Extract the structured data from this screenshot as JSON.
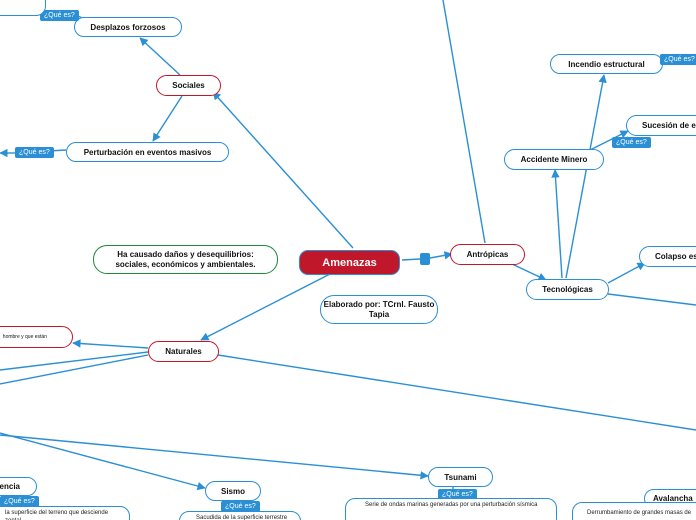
{
  "root": "Amenazas",
  "nodes": {
    "sociales": "Sociales",
    "desplazos": "Desplazos forzosos",
    "perturbacion": "Perturbación en eventos masivos",
    "antropicas": "Antrópicas",
    "tecnologicas": "Tecnológicas",
    "incendio": "Incendio estructural",
    "accidente": "Accidente Minero",
    "sucesion": "Sucesión de e",
    "colapso": "Colapso es",
    "naturales": "Naturales",
    "sismo": "Sismo",
    "tsunami": "Tsunami",
    "avalancha": "Avalancha",
    "subsidencia": "encia"
  },
  "info": {
    "danos": "Ha causado daños y desequilibrios: sociales, económicos y ambientales.",
    "elaborado": "Elaborado por: TCrnl. Fausto Tapia"
  },
  "tags": {
    "que_es": "¿Qué es?"
  },
  "descriptions": {
    "hombre": "hombre y que están",
    "subsidencia": "la superficie del terreno que desciende zontal",
    "sismo": "Sacudida de la superficie terrestre",
    "tsunami": "Serie de ondas marinas generadas por una perturbación sísmica",
    "avalancha": "Derrumbamiento de grandes masas de"
  }
}
